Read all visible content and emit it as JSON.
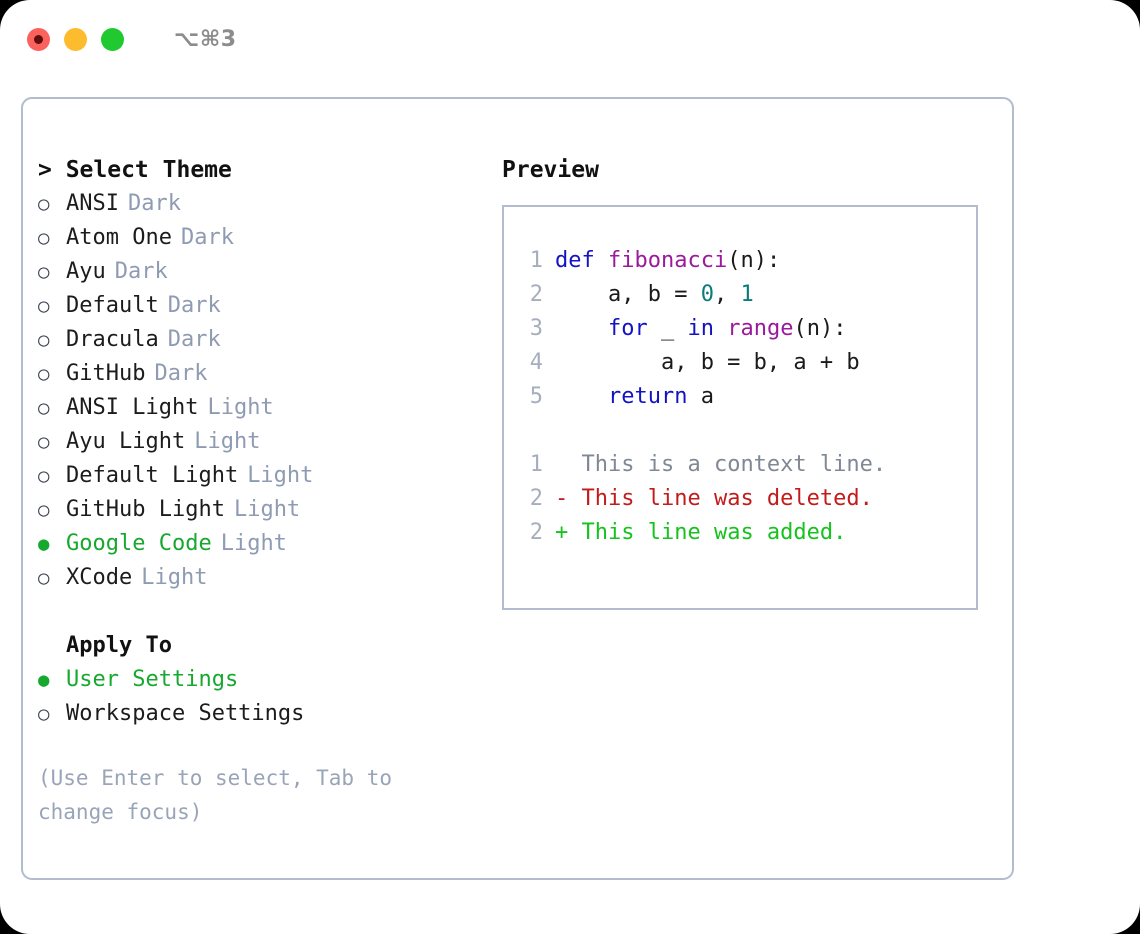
{
  "titlebar": {
    "shortcut": "⌥⌘3",
    "buttons": [
      {
        "name": "close",
        "color": "#fc625d"
      },
      {
        "name": "minimize",
        "color": "#fdbc2e"
      },
      {
        "name": "maximize",
        "color": "#1fc92f"
      }
    ]
  },
  "theme_panel": {
    "header": "> Select Theme",
    "items": [
      {
        "marker": "○",
        "name": "ANSI",
        "tag": "Dark",
        "selected": false
      },
      {
        "marker": "○",
        "name": "Atom One",
        "tag": "Dark",
        "selected": false
      },
      {
        "marker": "○",
        "name": "Ayu",
        "tag": "Dark",
        "selected": false
      },
      {
        "marker": "○",
        "name": "Default",
        "tag": "Dark",
        "selected": false
      },
      {
        "marker": "○",
        "name": "Dracula",
        "tag": "Dark",
        "selected": false
      },
      {
        "marker": "○",
        "name": "GitHub",
        "tag": "Dark",
        "selected": false
      },
      {
        "marker": "○",
        "name": "ANSI Light",
        "tag": "Light",
        "selected": false
      },
      {
        "marker": "○",
        "name": "Ayu Light",
        "tag": "Light",
        "selected": false
      },
      {
        "marker": "○",
        "name": "Default Light",
        "tag": "Light",
        "selected": false
      },
      {
        "marker": "○",
        "name": "GitHub Light",
        "tag": "Light",
        "selected": false
      },
      {
        "marker": "●",
        "name": "Google Code",
        "tag": "Light",
        "selected": true
      },
      {
        "marker": "○",
        "name": "XCode",
        "tag": "Light",
        "selected": false
      }
    ]
  },
  "apply_to": {
    "header": "Apply To",
    "items": [
      {
        "marker": "●",
        "name": "User Settings",
        "selected": true
      },
      {
        "marker": "○",
        "name": "Workspace Settings",
        "selected": false
      }
    ]
  },
  "hint": "(Use Enter to select, Tab to change focus)",
  "preview": {
    "header": "Preview",
    "code_lines": [
      {
        "lineno": "1",
        "tokens": [
          {
            "t": "def",
            "c": "kw"
          },
          {
            "t": " ",
            "c": "pl"
          },
          {
            "t": "fibonacci",
            "c": "fn"
          },
          {
            "t": "(n):",
            "c": "pl"
          }
        ]
      },
      {
        "lineno": "2",
        "tokens": [
          {
            "t": "    a, b = ",
            "c": "pl"
          },
          {
            "t": "0",
            "c": "num"
          },
          {
            "t": ", ",
            "c": "pl"
          },
          {
            "t": "1",
            "c": "num"
          }
        ]
      },
      {
        "lineno": "3",
        "tokens": [
          {
            "t": "    ",
            "c": "pl"
          },
          {
            "t": "for",
            "c": "kw"
          },
          {
            "t": " _ ",
            "c": "pl"
          },
          {
            "t": "in",
            "c": "kw"
          },
          {
            "t": " ",
            "c": "pl"
          },
          {
            "t": "range",
            "c": "fn"
          },
          {
            "t": "(n):",
            "c": "pl"
          }
        ]
      },
      {
        "lineno": "4",
        "tokens": [
          {
            "t": "        a, b = b, a + b",
            "c": "pl"
          }
        ]
      },
      {
        "lineno": "5",
        "tokens": [
          {
            "t": "    ",
            "c": "pl"
          },
          {
            "t": "return",
            "c": "kw"
          },
          {
            "t": " a",
            "c": "pl"
          }
        ]
      }
    ],
    "diff_lines": [
      {
        "lineno": "1",
        "marker": " ",
        "text": "This is a context line.",
        "kind": "ctx"
      },
      {
        "lineno": "2",
        "marker": "-",
        "text": "This line was deleted.",
        "kind": "del"
      },
      {
        "lineno": "2",
        "marker": "+",
        "text": "This line was added.",
        "kind": "add"
      }
    ]
  }
}
